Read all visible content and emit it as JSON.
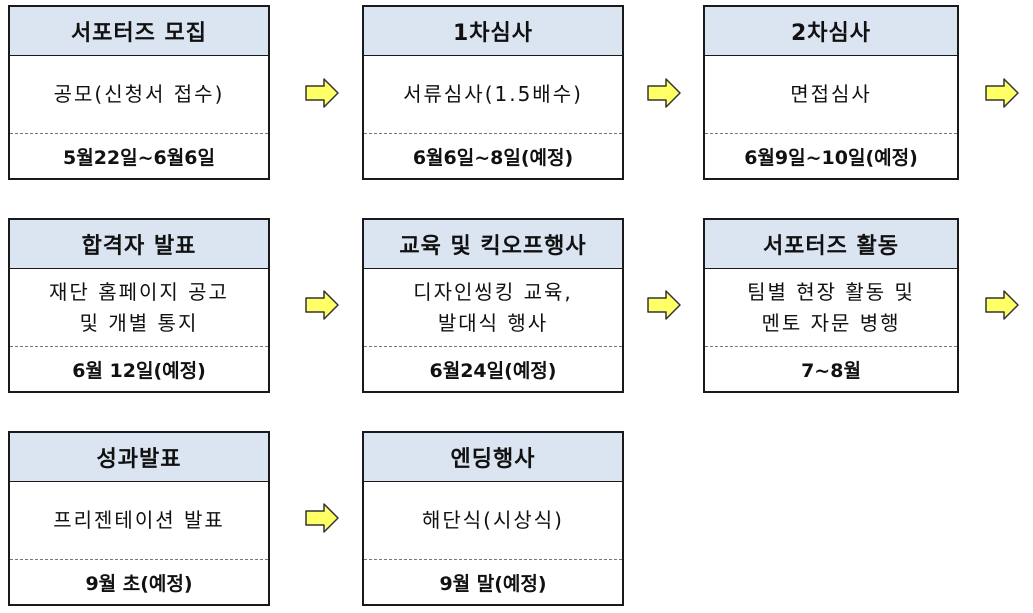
{
  "steps": [
    {
      "title": "서포터즈 모집",
      "lines": [
        "공모(신청서 접수)"
      ],
      "date": "5월22일~6월6일"
    },
    {
      "title": "1차심사",
      "lines": [
        "서류심사(1.5배수)"
      ],
      "date": "6월6일~8일(예정)"
    },
    {
      "title": "2차심사",
      "lines": [
        "면접심사"
      ],
      "date": "6월9일~10일(예정)"
    },
    {
      "title": "합격자 발표",
      "lines": [
        "재단 홈페이지 공고",
        "및 개별 통지"
      ],
      "date": "6월 12일(예정)"
    },
    {
      "title": "교육 및 킥오프행사",
      "lines": [
        "디자인씽킹 교육,",
        "발대식 행사"
      ],
      "date": "6월24일(예정)"
    },
    {
      "title": "서포터즈 활동",
      "lines": [
        "팀별 현장 활동 및",
        "멘토 자문 병행"
      ],
      "date": "7~8월"
    },
    {
      "title": "성과발표",
      "lines": [
        "프리젠테이션 발표"
      ],
      "date": "9월 초(예정)"
    },
    {
      "title": "엔딩행사",
      "lines": [
        "해단식(시상식)"
      ],
      "date": "9월 말(예정)"
    }
  ],
  "colors": {
    "title_bg": "#dbe5f1",
    "arrow_fill": "#ffff66",
    "arrow_stroke": "#333333",
    "border": "#1a1a1a"
  },
  "icons": {
    "arrow": "right-arrow-icon"
  }
}
